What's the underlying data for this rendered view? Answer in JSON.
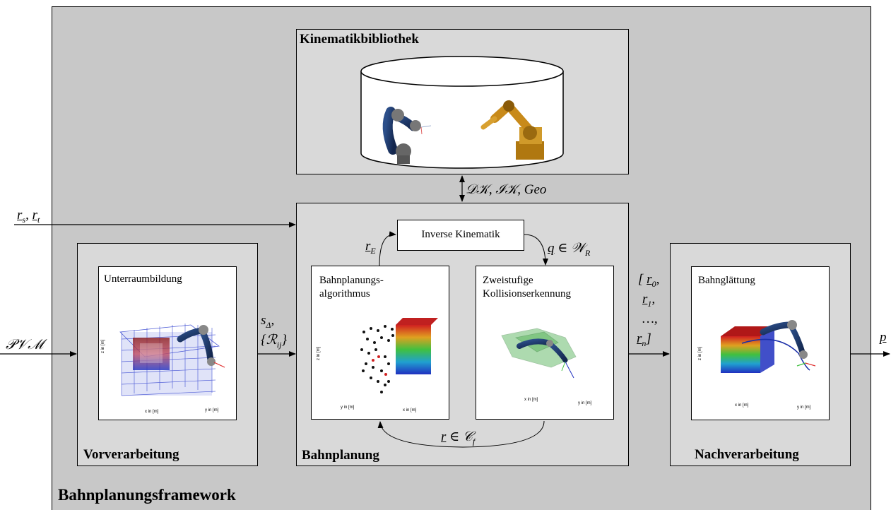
{
  "framework": {
    "title": "Bahnplanungsframework"
  },
  "library": {
    "title": "Kinematikbibliothek",
    "ellipsis": "..."
  },
  "interface_label": "𝒟𝒦, ℐ𝒦, Geo",
  "inputs": {
    "start_target": "r_s, r_t",
    "pvm": "𝒫𝒱ℳ"
  },
  "preprocessing": {
    "title": "Vorverarbeitung",
    "panel_title": "Unterraumbildung",
    "output_label_1": "s_Δ,",
    "output_label_2": "{ℛ_ij}"
  },
  "planning": {
    "title": "Bahnplanung",
    "ik_box": "Inverse Kinematik",
    "r_e_label": "r_E",
    "q_label": "q ∈ 𝒲_R",
    "algo_panel": "Bahnplanungs-\nalgorithmus",
    "collision_panel": "Zweistufige\nKollisionserkennung",
    "feedback_label": "r ∈ 𝒞_f"
  },
  "postprocessing": {
    "title": "Nachverarbeitung",
    "panel_title": "Bahnglättung",
    "input_lines": [
      "[ r₀,",
      "r₁,",
      "…,",
      "r_n]"
    ]
  },
  "output": {
    "label": "p"
  },
  "axis_texts": {
    "x": "x in [m]",
    "y": "y in [m]",
    "z": "z in [m]"
  },
  "colors": {
    "framework_bg": "#c8c8c8",
    "module_bg": "#d9d9d9",
    "robot_blue": "#1f3a6b",
    "robot_orange": "#c88a1a",
    "grid_blue": "#2233cc",
    "collision_green": "#4caf50"
  }
}
